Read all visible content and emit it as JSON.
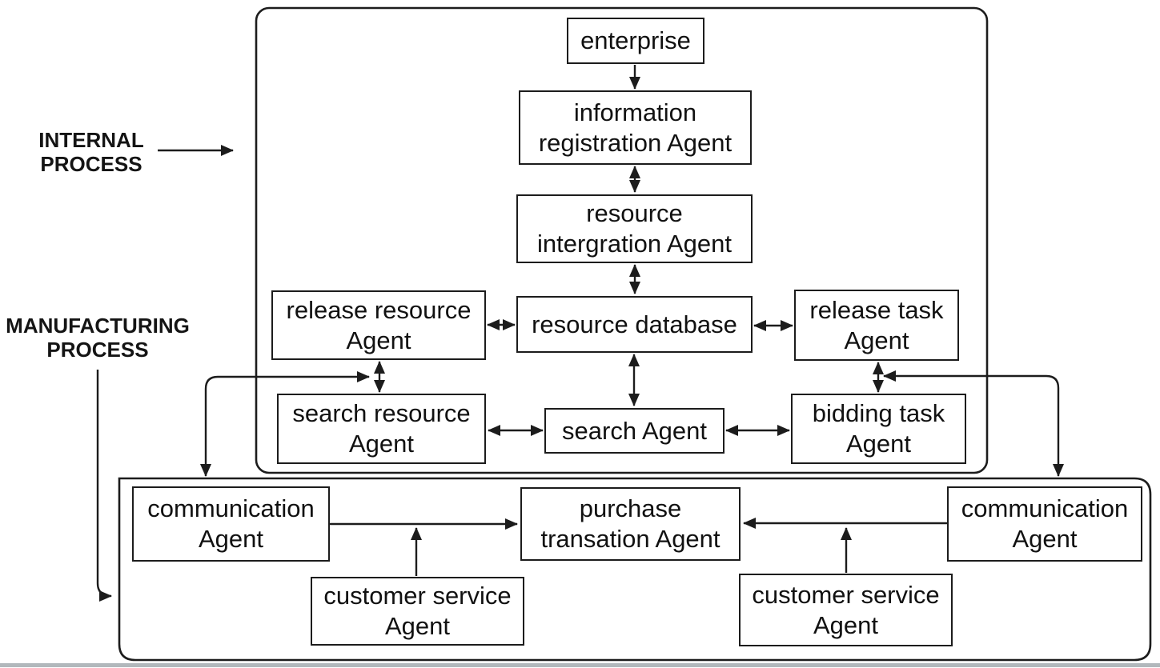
{
  "diagram": {
    "side_labels": {
      "internal_process": "INTERNAL\nPROCESS",
      "manufacturing_process": "MANUFACTURING\nPROCESS"
    },
    "nodes": {
      "enterprise": {
        "label": "enterprise"
      },
      "information_registration": {
        "label": "information\nregistration Agent"
      },
      "resource_intergration": {
        "label": "resource\nintergration Agent"
      },
      "release_resource": {
        "label": "release resource\nAgent"
      },
      "resource_database": {
        "label": "resource database"
      },
      "release_task": {
        "label": "release task\nAgent"
      },
      "search_resource": {
        "label": "search resource\nAgent"
      },
      "search_agent": {
        "label": "search Agent"
      },
      "bidding_task": {
        "label": "bidding task\nAgent"
      },
      "communication_left": {
        "label": "communication\nAgent"
      },
      "purchase_transation": {
        "label": "purchase\ntransation Agent"
      },
      "communication_right": {
        "label": "communication\nAgent"
      },
      "customer_service_left": {
        "label": "customer service\nAgent"
      },
      "customer_service_right": {
        "label": "customer service\nAgent"
      }
    },
    "colors": {
      "line": "#1c1c1c",
      "background": "#ffffff",
      "bottom_strip": "#b2b8bc"
    }
  }
}
